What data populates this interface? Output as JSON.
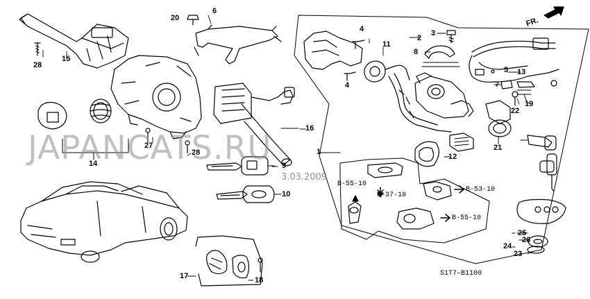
{
  "labels": {
    "n1": "1",
    "n2": "2",
    "n3": "3",
    "n4a": "4",
    "n4b": "4",
    "n5": "5",
    "n6": "6",
    "n7": "7",
    "n8": "8",
    "n9": "9",
    "n10": "10",
    "n11": "11",
    "n12": "12",
    "n13": "13",
    "n14": "14",
    "n15": "15",
    "n16": "16",
    "n17": "17",
    "n18": "18",
    "n19": "19",
    "n20": "20",
    "n21": "21",
    "n22": "22",
    "n23": "23",
    "n24": "24",
    "n25": "25",
    "n26": "26",
    "n27": "27",
    "n28a": "28",
    "n28b": "28"
  },
  "refs": {
    "b5510a": "B-55-10",
    "b3710": "B-37-10",
    "b5310": "B-53-10",
    "b5510b": "B-55-10"
  },
  "direction": "FR.",
  "watermark": "JAPANCATS.RU",
  "date": "3.03.2009",
  "diagram_code": "S1T7–B1100"
}
